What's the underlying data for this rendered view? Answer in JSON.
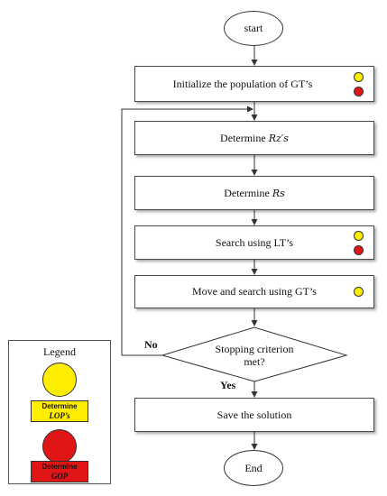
{
  "flowchart": {
    "start_label": "start",
    "end_label": "End",
    "step_initialize": "Initialize the population of GT’s",
    "step_rz_prefix": "Determine ",
    "step_rz_math": "Rz′s",
    "step_rs_prefix": "Determine ",
    "step_rs_math": "Rs",
    "step_search_lt": "Search using LT’s",
    "step_move_gt": "Move and search using GT’s",
    "decision_line1": "Stopping criterion",
    "decision_line2": "met?",
    "branch_no": "No",
    "branch_yes": "Yes",
    "step_save": "Save the solution"
  },
  "legend": {
    "title": "Legend",
    "yellow_line1": "Determine",
    "yellow_line2": "LOP’s",
    "red_line1": "Determine",
    "red_line2": "GOP"
  },
  "colors": {
    "yellow": "#ffee00",
    "red": "#e01515"
  }
}
